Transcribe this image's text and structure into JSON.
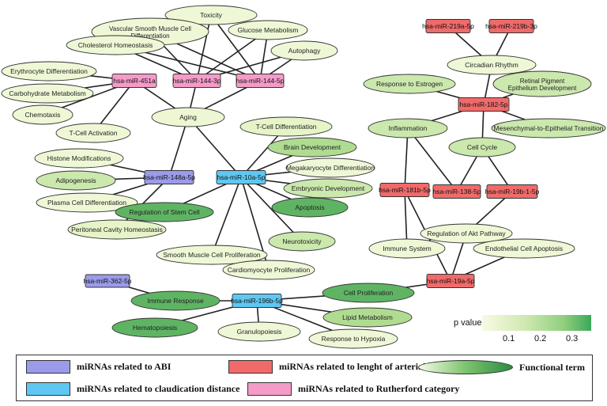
{
  "colors": {
    "abi": "#9b9bea",
    "claudication": "#5ec8f2",
    "occlusion": "#f06a6a",
    "rutherford": "#f59bc8",
    "edge": "#222222"
  },
  "mirnas": [
    {
      "id": "m219a",
      "label": "hsa-miR-219a-5p",
      "group": "occlusion"
    },
    {
      "id": "m219b",
      "label": "hsa-miR-219b-3p",
      "group": "occlusion"
    },
    {
      "id": "m182",
      "label": "hsa-miR-182-5p",
      "group": "occlusion"
    },
    {
      "id": "m181b",
      "label": "hsa-miR-181b-5p",
      "group": "occlusion"
    },
    {
      "id": "m138",
      "label": "hsa-miR-138-5p",
      "group": "occlusion"
    },
    {
      "id": "m19b",
      "label": "hsa-miR-19b-1-5p",
      "group": "occlusion"
    },
    {
      "id": "m19a",
      "label": "hsa-miR-19a-5p",
      "group": "occlusion"
    },
    {
      "id": "m451a",
      "label": "hsa-miR-451a",
      "group": "rutherford"
    },
    {
      "id": "m144_3p",
      "label": "hsa-miR-144-3p",
      "group": "rutherford"
    },
    {
      "id": "m144_5p",
      "label": "hsa-miR-144-5p",
      "group": "rutherford"
    },
    {
      "id": "m148a",
      "label": "hsa-miR-148a-5p",
      "group": "abi"
    },
    {
      "id": "m362",
      "label": "hsa-miR-362-5p",
      "group": "abi"
    },
    {
      "id": "m10a",
      "label": "hsa-miR-10a-5p",
      "group": "claudication"
    },
    {
      "id": "m196b",
      "label": "hsa-miR-196b-5p",
      "group": "claudication"
    }
  ],
  "terms": [
    {
      "id": "toxicity",
      "label": "Toxicity",
      "p": 0.05
    },
    {
      "id": "vsmc",
      "label": "Vascular Smooth Muscle Cell Differentiation",
      "p": 0.05
    },
    {
      "id": "glucose",
      "label": "Glucose Metabolism",
      "p": 0.05
    },
    {
      "id": "cholesterol",
      "label": "Cholesterol Homeostasis",
      "p": 0.05
    },
    {
      "id": "autophagy",
      "label": "Autophagy",
      "p": 0.05
    },
    {
      "id": "erythrocyte",
      "label": "Erythrocyte Differentiation",
      "p": 0.05
    },
    {
      "id": "carbohydrate",
      "label": "Carbohydrate Metabolism",
      "p": 0.05
    },
    {
      "id": "chemotaxis",
      "label": "Chemotaxis",
      "p": 0.05
    },
    {
      "id": "tcellact",
      "label": "T-Cell Activation",
      "p": 0.05
    },
    {
      "id": "aging",
      "label": "Aging",
      "p": 0.06
    },
    {
      "id": "tcelldiff",
      "label": "T-Cell Differentiation",
      "p": 0.1
    },
    {
      "id": "brain",
      "label": "Brain Development",
      "p": 0.2
    },
    {
      "id": "megakaryocyte",
      "label": "Megakaryocyte Differentiation",
      "p": 0.05
    },
    {
      "id": "embryonic",
      "label": "Embryonic Development",
      "p": 0.15
    },
    {
      "id": "apoptosis",
      "label": "Apoptosis",
      "p": 0.3
    },
    {
      "id": "neurotoxicity",
      "label": "Neurotoxicity",
      "p": 0.15
    },
    {
      "id": "smcprolif",
      "label": "Smooth Muscle Cell Proliferation",
      "p": 0.05
    },
    {
      "id": "cardio",
      "label": "Cardiomyocyte Proliferation",
      "p": 0.05
    },
    {
      "id": "histone",
      "label": "Histone Modifications",
      "p": 0.05
    },
    {
      "id": "adipogenesis",
      "label": "Adipogenesis",
      "p": 0.15
    },
    {
      "id": "plasma",
      "label": "Plasma Cell Differentiation",
      "p": 0.05
    },
    {
      "id": "stemcell",
      "label": "Regulation of Stem Cell",
      "p": 0.3
    },
    {
      "id": "peritoneal",
      "label": "Peritoneal Cavity Homeostasis",
      "p": 0.1
    },
    {
      "id": "circadian",
      "label": "Circadian Rhythm",
      "p": 0.05
    },
    {
      "id": "estrogen",
      "label": "Response to Estrogen",
      "p": 0.15
    },
    {
      "id": "retinal",
      "label": "Retinal Pigment Epithelium Development",
      "p": 0.15
    },
    {
      "id": "mesenchymal",
      "label": "Mesenchymal-to-Epithelial Transition",
      "p": 0.15
    },
    {
      "id": "inflammation",
      "label": "Inflammation",
      "p": 0.15
    },
    {
      "id": "cellcycle",
      "label": "Cell Cycle",
      "p": 0.15
    },
    {
      "id": "akt",
      "label": "Regulation of Akt Pathway",
      "p": 0.05
    },
    {
      "id": "immunesys",
      "label": "Immune System",
      "p": 0.05
    },
    {
      "id": "endoapop",
      "label": "Endothelial Cell Apoptosis",
      "p": 0.05
    },
    {
      "id": "cellprolif",
      "label": "Cell Proliferation",
      "p": 0.3
    },
    {
      "id": "immuneresp",
      "label": "Immune Response",
      "p": 0.3
    },
    {
      "id": "hematopoiesis",
      "label": "Hematopoiesis",
      "p": 0.3
    },
    {
      "id": "granulopoiesis",
      "label": "Granulopoiesis",
      "p": 0.05
    },
    {
      "id": "lipid",
      "label": "Lipid Metabolism",
      "p": 0.2
    },
    {
      "id": "hypoxia",
      "label": "Response to Hypoxia",
      "p": 0.05
    }
  ],
  "edges": [
    [
      "m451a",
      "erythrocyte"
    ],
    [
      "m451a",
      "carbohydrate"
    ],
    [
      "m451a",
      "chemotaxis"
    ],
    [
      "m451a",
      "tcellact"
    ],
    [
      "m451a",
      "aging"
    ],
    [
      "m144_3p",
      "toxicity"
    ],
    [
      "m144_3p",
      "vsmc"
    ],
    [
      "m144_3p",
      "glucose"
    ],
    [
      "m144_3p",
      "cholesterol"
    ],
    [
      "m144_3p",
      "autophagy"
    ],
    [
      "m144_3p",
      "aging"
    ],
    [
      "m144_5p",
      "toxicity"
    ],
    [
      "m144_5p",
      "vsmc"
    ],
    [
      "m144_5p",
      "glucose"
    ],
    [
      "m144_5p",
      "cholesterol"
    ],
    [
      "m144_5p",
      "autophagy"
    ],
    [
      "m144_5p",
      "aging"
    ],
    [
      "m148a",
      "histone"
    ],
    [
      "m148a",
      "adipogenesis"
    ],
    [
      "m148a",
      "plasma"
    ],
    [
      "m148a",
      "peritoneal"
    ],
    [
      "m148a",
      "aging"
    ],
    [
      "m10a",
      "aging"
    ],
    [
      "m10a",
      "tcelldiff"
    ],
    [
      "m10a",
      "brain"
    ],
    [
      "m10a",
      "megakaryocyte"
    ],
    [
      "m10a",
      "embryonic"
    ],
    [
      "m10a",
      "apoptosis"
    ],
    [
      "m10a",
      "neurotoxicity"
    ],
    [
      "m10a",
      "cardio"
    ],
    [
      "m10a",
      "smcprolif"
    ],
    [
      "m10a",
      "stemcell"
    ],
    [
      "m219a",
      "circadian"
    ],
    [
      "m219b",
      "circadian"
    ],
    [
      "m182",
      "circadian"
    ],
    [
      "m182",
      "estrogen"
    ],
    [
      "m182",
      "retinal"
    ],
    [
      "m182",
      "mesenchymal"
    ],
    [
      "m182",
      "inflammation"
    ],
    [
      "m182",
      "cellcycle"
    ],
    [
      "inflammation",
      "m181b"
    ],
    [
      "inflammation",
      "m138"
    ],
    [
      "cellcycle",
      "m138"
    ],
    [
      "cellcycle",
      "m19b"
    ],
    [
      "m181b",
      "immunesys"
    ],
    [
      "m19b",
      "akt"
    ],
    [
      "akt",
      "m19a"
    ],
    [
      "m181b",
      "m19a"
    ],
    [
      "m19a",
      "endoapop"
    ],
    [
      "m19a",
      "cellprolif"
    ],
    [
      "m196b",
      "cellprolif"
    ],
    [
      "m362",
      "immuneresp"
    ],
    [
      "m196b",
      "immuneresp"
    ],
    [
      "m196b",
      "hematopoiesis"
    ],
    [
      "m196b",
      "granulopoiesis"
    ],
    [
      "m196b",
      "lipid"
    ],
    [
      "m196b",
      "hypoxia"
    ]
  ],
  "scale": {
    "label": "p value",
    "ticks": [
      "0.1",
      "0.2",
      "0.3"
    ]
  },
  "legend": {
    "abi": "miRNAs related to ABI",
    "claudication": "miRNAs related to claudication distance",
    "occlusion": "miRNAs related to lenght of arterial occlusion",
    "rutherford": "miRNAs related to Rutherford category",
    "functional": "Functional term"
  }
}
